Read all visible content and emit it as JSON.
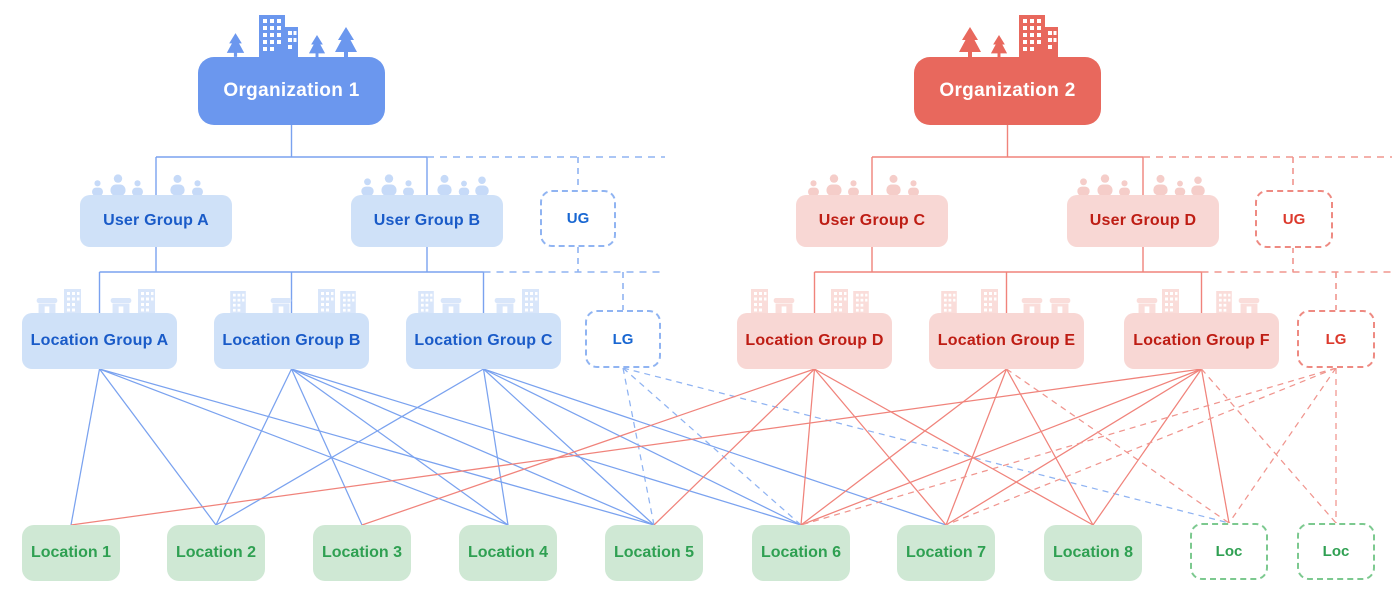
{
  "org1": {
    "label": "Organization 1"
  },
  "org2": {
    "label": "Organization 2"
  },
  "user_groups": [
    {
      "id": "UGA",
      "label": "User Group A"
    },
    {
      "id": "UGB",
      "label": "User Group B"
    },
    {
      "id": "UGC",
      "label": "User Group C"
    },
    {
      "id": "UGD",
      "label": "User Group D"
    }
  ],
  "location_groups": [
    {
      "id": "LGA",
      "label": "Location Group A"
    },
    {
      "id": "LGB",
      "label": "Location Group B"
    },
    {
      "id": "LGC",
      "label": "Location Group C"
    },
    {
      "id": "LGD",
      "label": "Location Group D"
    },
    {
      "id": "LGE",
      "label": "Location Group E"
    },
    {
      "id": "LGF",
      "label": "Location Group F"
    }
  ],
  "locations": [
    {
      "id": "L1",
      "label": "Location 1"
    },
    {
      "id": "L2",
      "label": "Location 2"
    },
    {
      "id": "L3",
      "label": "Location 3"
    },
    {
      "id": "L4",
      "label": "Location 4"
    },
    {
      "id": "L5",
      "label": "Location 5"
    },
    {
      "id": "L6",
      "label": "Location 6"
    },
    {
      "id": "L7",
      "label": "Location 7"
    },
    {
      "id": "L8",
      "label": "Location 8"
    }
  ],
  "placeholders": {
    "user_group": "UG",
    "location_group": "LG",
    "location": "Loc"
  },
  "colors": {
    "org_blue": "#6B97EE",
    "org_red": "#E8685D",
    "group_blue_bg": "#CFE1F8",
    "group_blue_text": "#1A5BC8",
    "group_red_bg": "#F8D7D4",
    "group_red_text": "#BE1D14",
    "location_bg": "#CFE8D4",
    "location_text": "#2FA052",
    "line_blue": "#7AA2EF",
    "line_blue_dashed": "#8FB3F2",
    "line_red": "#F0837B",
    "line_red_dashed": "#F0958E",
    "placeholder_green_border": "#7CC98F"
  },
  "connections": {
    "blue_solid": [
      [
        "LGA",
        "L1"
      ],
      [
        "LGA",
        "L2"
      ],
      [
        "LGA",
        "L4"
      ],
      [
        "LGA",
        "L5"
      ],
      [
        "LGB",
        "L2"
      ],
      [
        "LGB",
        "L3"
      ],
      [
        "LGB",
        "L4"
      ],
      [
        "LGB",
        "L5"
      ],
      [
        "LGB",
        "L6"
      ],
      [
        "LGC",
        "L2"
      ],
      [
        "LGC",
        "L4"
      ],
      [
        "LGC",
        "L5"
      ],
      [
        "LGC",
        "L6"
      ],
      [
        "LGC",
        "L7"
      ]
    ],
    "blue_dashed": [
      [
        "LGdB",
        "L5"
      ],
      [
        "LGdB",
        "L6"
      ],
      [
        "LGdB",
        "LdA"
      ]
    ],
    "red_solid": [
      [
        "LGD",
        "L3"
      ],
      [
        "LGD",
        "L5"
      ],
      [
        "LGD",
        "L6"
      ],
      [
        "LGD",
        "L7"
      ],
      [
        "LGD",
        "L8"
      ],
      [
        "LGE",
        "L6"
      ],
      [
        "LGE",
        "L7"
      ],
      [
        "LGE",
        "L8"
      ],
      [
        "LGF",
        "L1"
      ],
      [
        "LGF",
        "L6"
      ],
      [
        "LGF",
        "L7"
      ],
      [
        "LGF",
        "L8"
      ],
      [
        "LGF",
        "LdA"
      ]
    ],
    "red_dashed": [
      [
        "LGE",
        "LdA"
      ],
      [
        "LGF",
        "LdB"
      ],
      [
        "LGdR",
        "L6"
      ],
      [
        "LGdR",
        "L7"
      ],
      [
        "LGdR",
        "LdA"
      ],
      [
        "LGdR",
        "LdB"
      ]
    ]
  }
}
